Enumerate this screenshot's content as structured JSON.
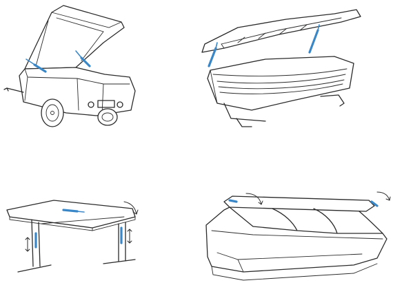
{
  "illustrations": [
    {
      "id": "trailer",
      "icon": "trailer-with-gas-spring-lid-icon"
    },
    {
      "id": "sunbed",
      "icon": "sunbed-with-gas-spring-canopy-icon"
    },
    {
      "id": "desk",
      "icon": "height-adjustable-desk-with-gas-springs-icon"
    },
    {
      "id": "display-counter",
      "icon": "refrigerated-display-counter-with-gas-spring-glass-icon"
    }
  ],
  "colors": {
    "line": "#2a2a2a",
    "gas_spring_accent": "#3a87c8",
    "background": "#ffffff"
  }
}
